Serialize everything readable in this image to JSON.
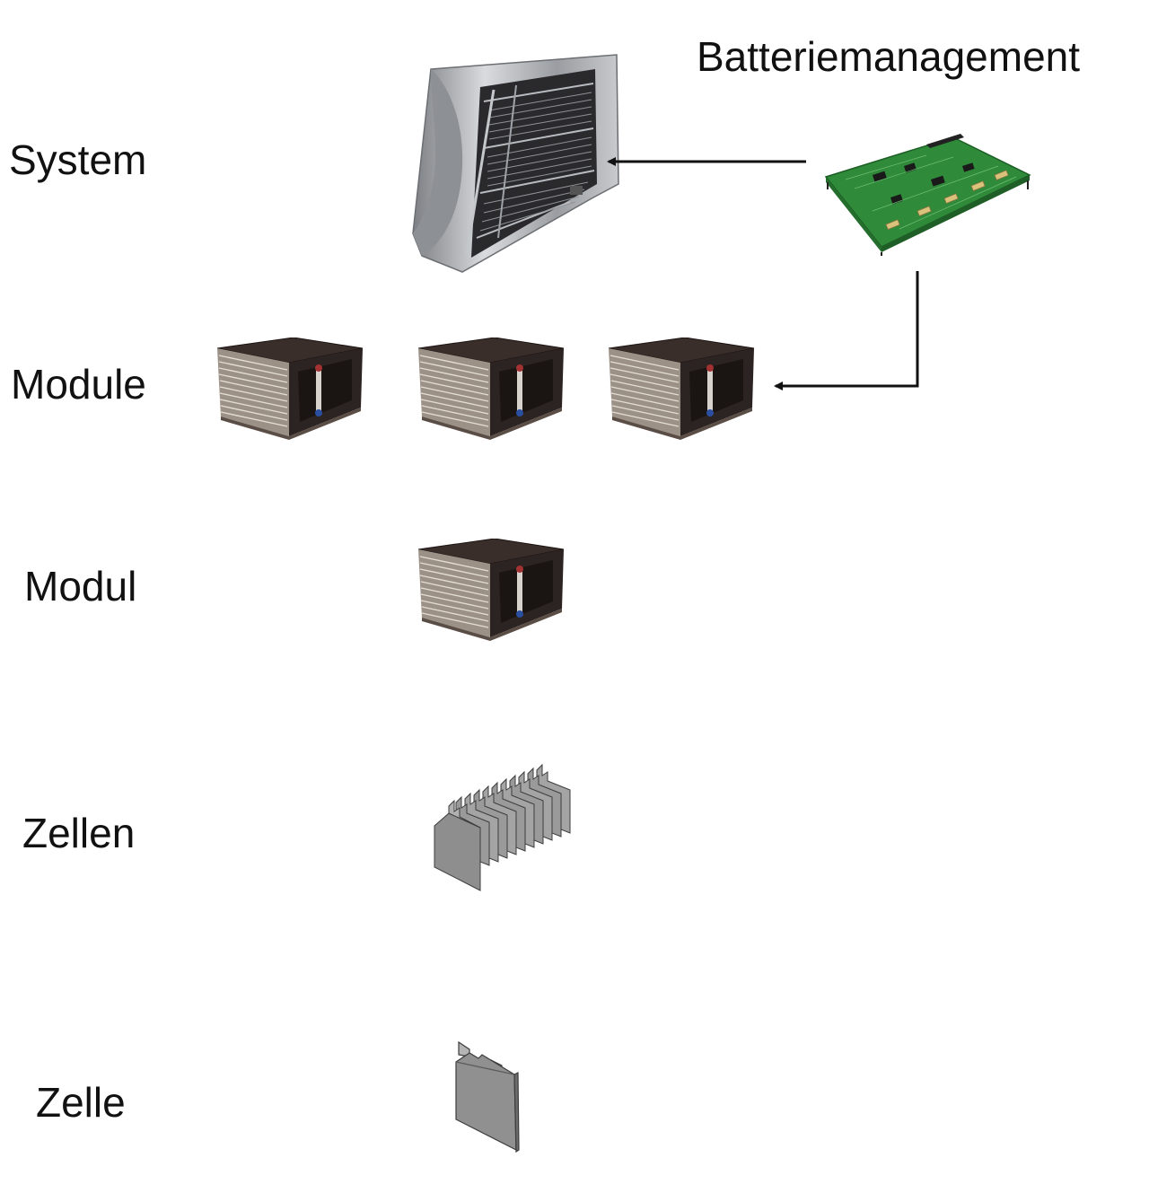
{
  "labels": {
    "system": "System",
    "modules": "Module",
    "module": "Modul",
    "cells": "Zellen",
    "cell": "Zelle",
    "bms": "Batteriemanagement"
  },
  "colors": {
    "text": "#111111",
    "arrow": "#111111",
    "pcb": "#2f8a3a",
    "cabinet": "#a9acb0",
    "module_top": "#3a2e2b",
    "cell_gray": "#8e8e8e"
  },
  "icons": {
    "system": "battery-cabinet-icon",
    "bms": "circuit-board-icon",
    "module": "battery-module-icon",
    "cells": "cell-stack-icon",
    "cell": "pouch-cell-icon"
  }
}
